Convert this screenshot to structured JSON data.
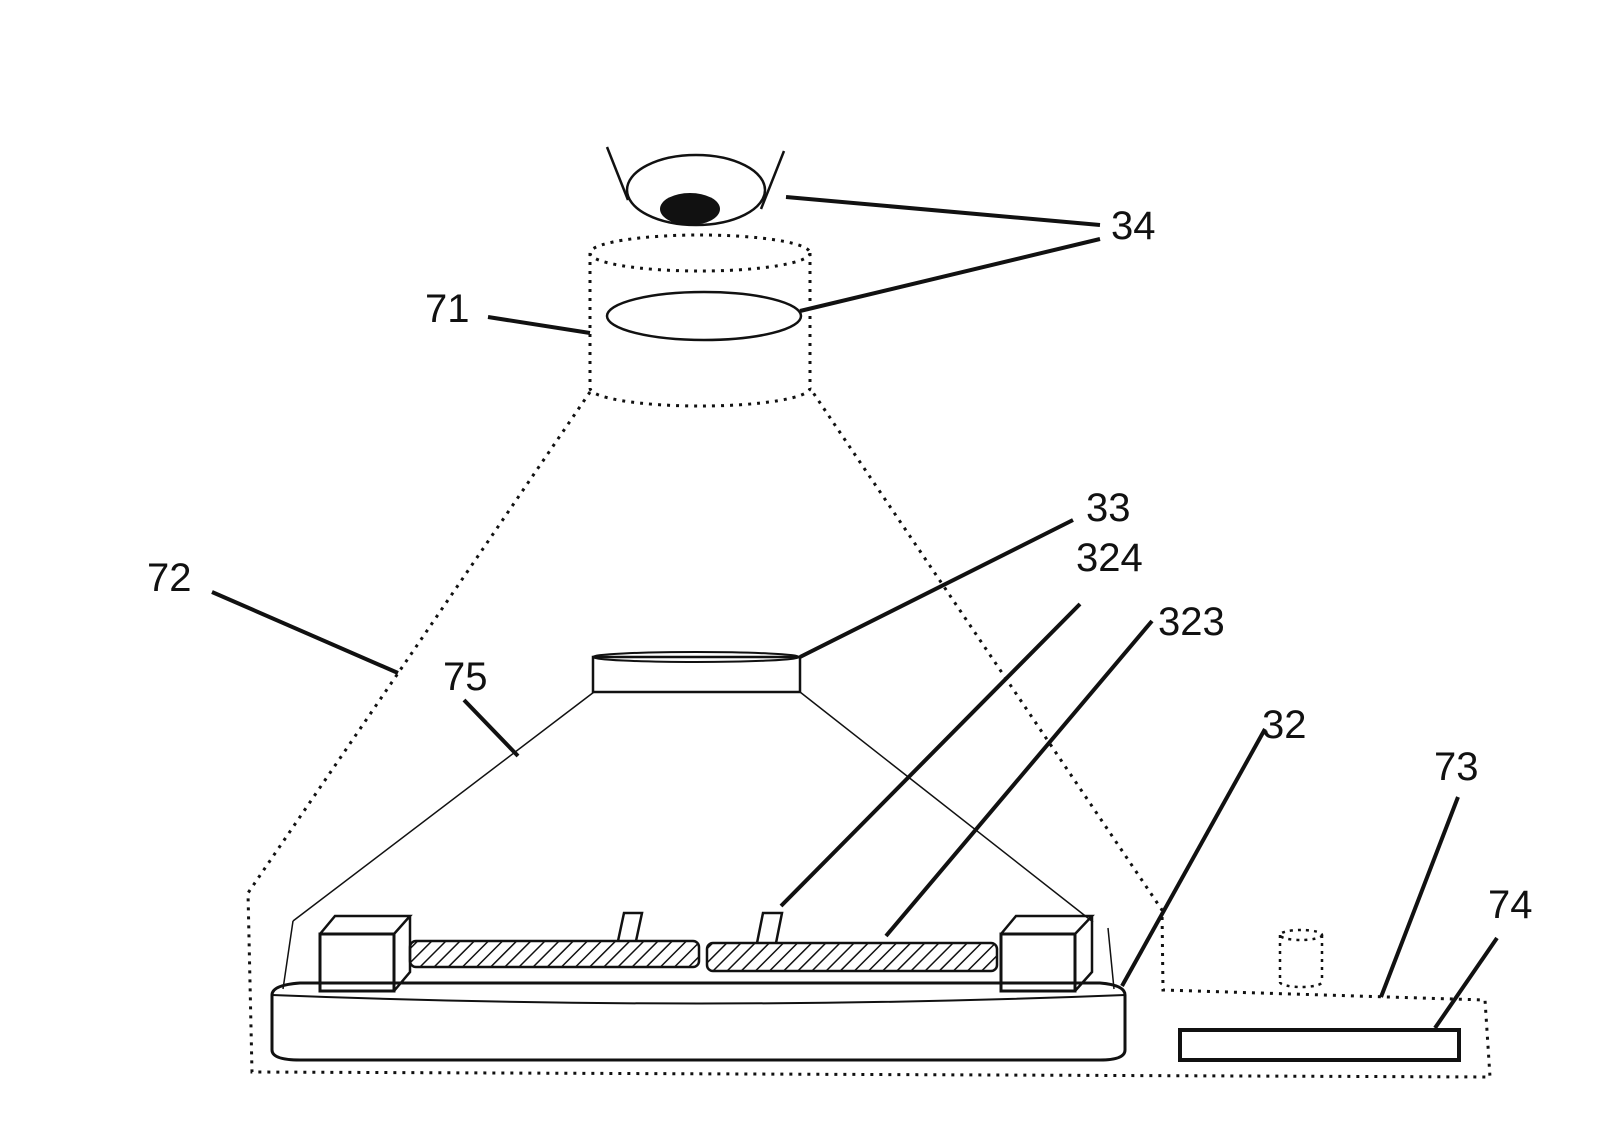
{
  "labels": {
    "l34": "34",
    "l71": "71",
    "l33": "33",
    "l324": "324",
    "l323": "323",
    "l72": "72",
    "l75": "75",
    "l32": "32",
    "l73": "73",
    "l74": "74"
  },
  "colors": {
    "ink": "#111111",
    "background": "#ffffff"
  }
}
